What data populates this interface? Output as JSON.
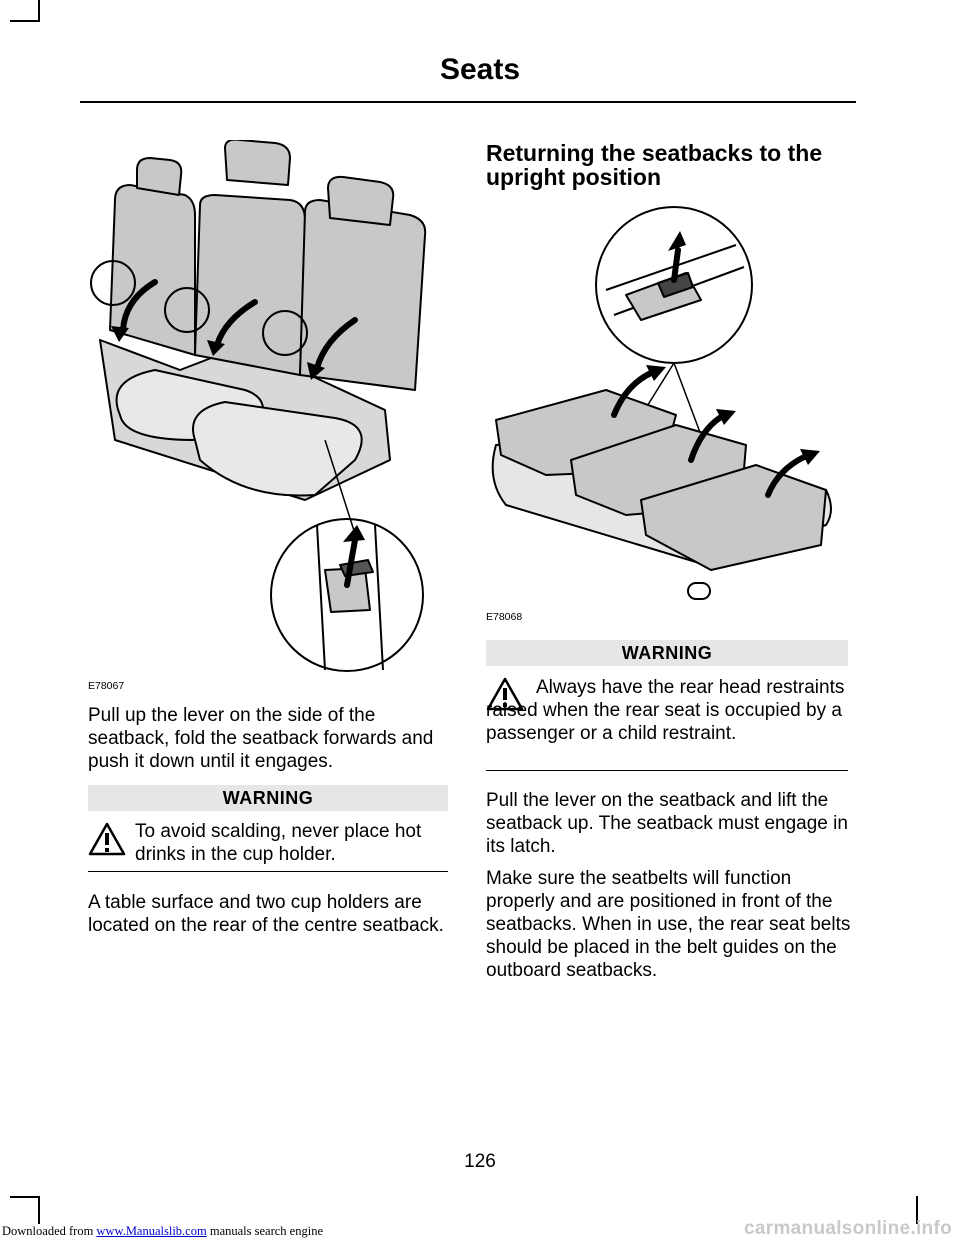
{
  "header": {
    "download_prefix": "Downloaded from",
    "download_link": "www.Manualslib.com",
    "download_suffix": "manuals search engine",
    "watermark": "carmanualsonline.info"
  },
  "page": {
    "title": "Seats",
    "number": "126"
  },
  "left_column": {
    "figure_code": "E78067",
    "instruction": "Pull up the lever on the side of the seatback, fold the seatback forwards and push it down until it engages.",
    "warning_heading": "WARNING",
    "warning_text": "To avoid scalding, never place hot drinks in the cup holder.",
    "note": "A table surface and two cup holders are located on the rear of the centre seatback."
  },
  "right_column": {
    "section_title": "Returning the seatbacks to the upright position",
    "figure_code": "E78068",
    "warning_heading": "WARNING",
    "warning_text": "Always have the rear head restraints raised when the rear seat is occupied by a passenger or a child restraint.",
    "instruction": "Pull the lever on the seatback and lift the seatback up. The seatback must engage in its latch.",
    "belt_note": "Make sure the seatbelts will function properly and are positioned in front of the seatbacks. When in use, the rear seat belts should be placed in the belt guides on the outboard seatbacks."
  },
  "icons": {
    "warning": "warning-triangle-icon",
    "fold_arrow": "curved-arrow-icon",
    "lever_detail": "magnified-lever-icon"
  },
  "colors": {
    "seat_fill": "#c8c8c8",
    "warning_band": "#e6e6e6",
    "watermark": "#c9c9c9",
    "link": "#0000cc"
  }
}
